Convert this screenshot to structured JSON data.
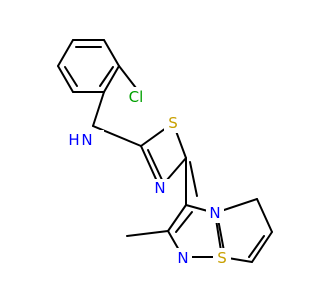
{
  "molecule": {
    "atoms": {
      "cl": {
        "text": "Cl",
        "color": "#00a000"
      },
      "nh_n": {
        "text": "N",
        "color": "#0000ff"
      },
      "nh_h": {
        "text": "H",
        "color": "#0000ff"
      },
      "s_thiazole": {
        "text": "S",
        "color": "#c8a000"
      },
      "n_thiazole": {
        "text": "N",
        "color": "#0000ff"
      },
      "n_bridge": {
        "text": "N",
        "color": "#0000ff"
      },
      "s_imidazothiazole": {
        "text": "S",
        "color": "#c8a000"
      },
      "n_imidazole": {
        "text": "N",
        "color": "#0000ff"
      }
    },
    "bond_color": "#000000"
  }
}
